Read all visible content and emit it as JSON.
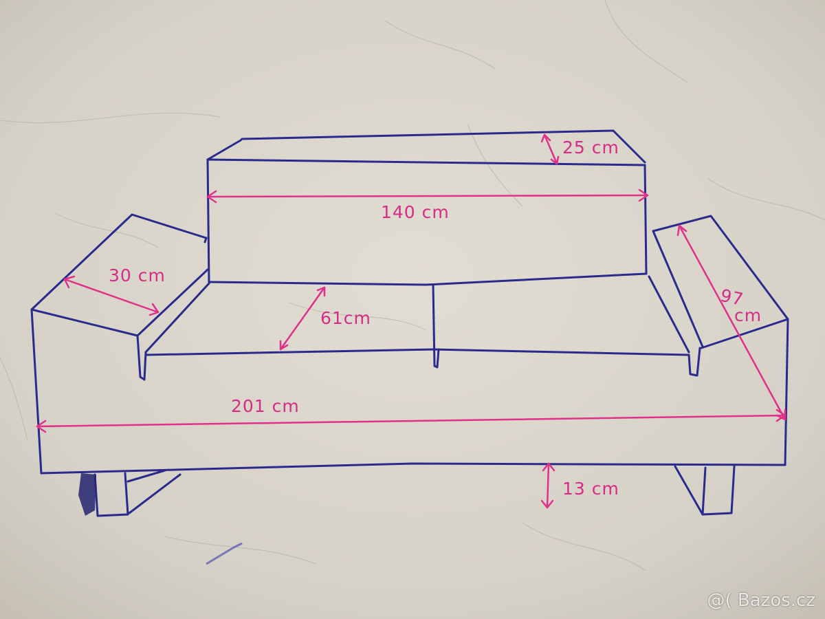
{
  "dimensions": {
    "cushion_thickness": "25 cm",
    "backrest_width": "140 cm",
    "armrest_width": "30 cm",
    "seat_depth": "61cm",
    "depth_line1": "97",
    "depth_line2": "cm",
    "total_width": "201 cm",
    "leg_height": "13 cm"
  },
  "watermark": "@( Bazos.cz",
  "colors": {
    "paper": "#d9d4ca",
    "outline_ink": "#2a2a8c",
    "dimension_ink": "#e0308a"
  }
}
